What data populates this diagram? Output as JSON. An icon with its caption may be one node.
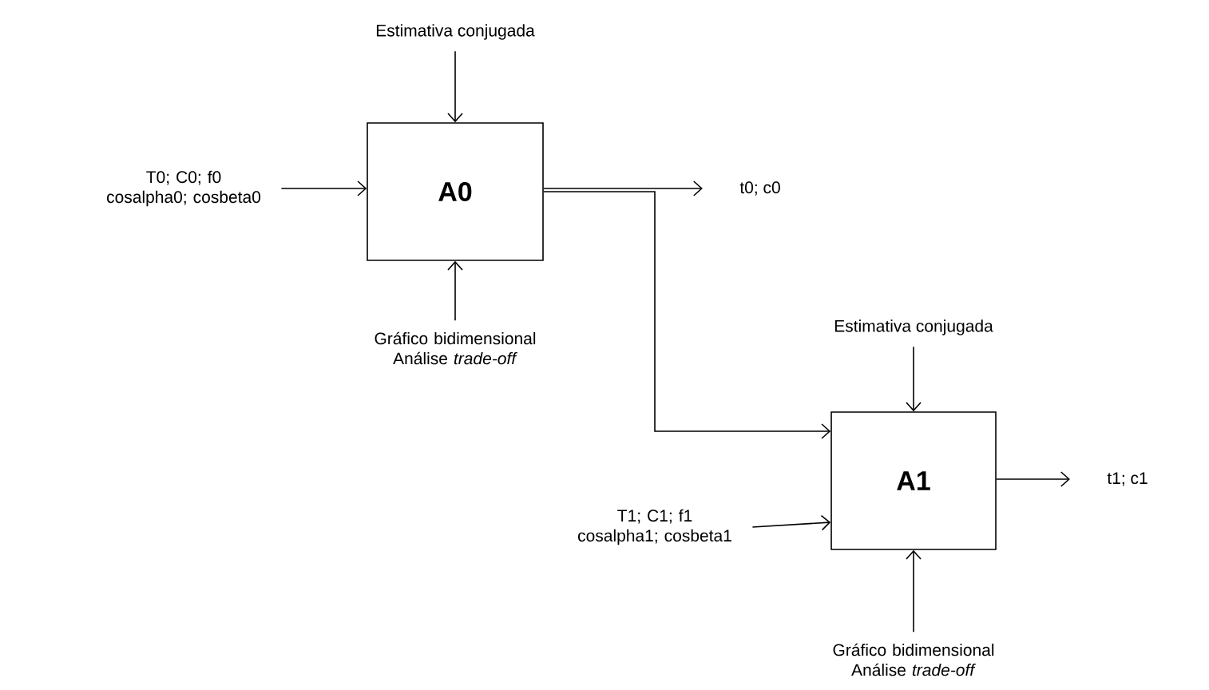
{
  "diagram": {
    "nodes": [
      {
        "text": [
          "A0"
        ]
      },
      {
        "text": [
          "A1"
        ]
      },
      {
        "text": [
          "Estimativa conjugada"
        ]
      },
      {
        "text": [
          "T0; C0; f0 cosalpha0; cosbeta0"
        ]
      },
      {
        "text": [
          "Gráfico bidimensional Análise *trade-off*"
        ]
      },
      {
        "text": [
          "t0; c0"
        ]
      },
      {
        "text": [
          "Estimativa conjugada"
        ]
      },
      {
        "text": [
          "T1; C1; f1 cosalpha1; cosbeta1"
        ]
      },
      {
        "text": [
          "Gráfico bidimensional Análise *trade-off*"
        ]
      },
      {
        "text": [
          "t1; c1"
        ]
      }
    ],
    "edges": [
      {
        "from": 2,
        "to": 0,
        "arrow": "to"
      },
      {
        "from": 3,
        "to": 0,
        "arrow": "to"
      },
      {
        "from": 4,
        "to": 0,
        "arrow": "to"
      },
      {
        "from": 0,
        "to": 5,
        "arrow": "to"
      },
      {
        "from": 0,
        "to": 1,
        "arrow": "to"
      },
      {
        "from": 6,
        "to": 1,
        "arrow": "to"
      },
      {
        "from": 7,
        "to": 1,
        "arrow": "to"
      },
      {
        "from": 8,
        "to": 1,
        "arrow": "to"
      },
      {
        "from": 1,
        "to": 9,
        "arrow": "to"
      }
    ]
  }
}
